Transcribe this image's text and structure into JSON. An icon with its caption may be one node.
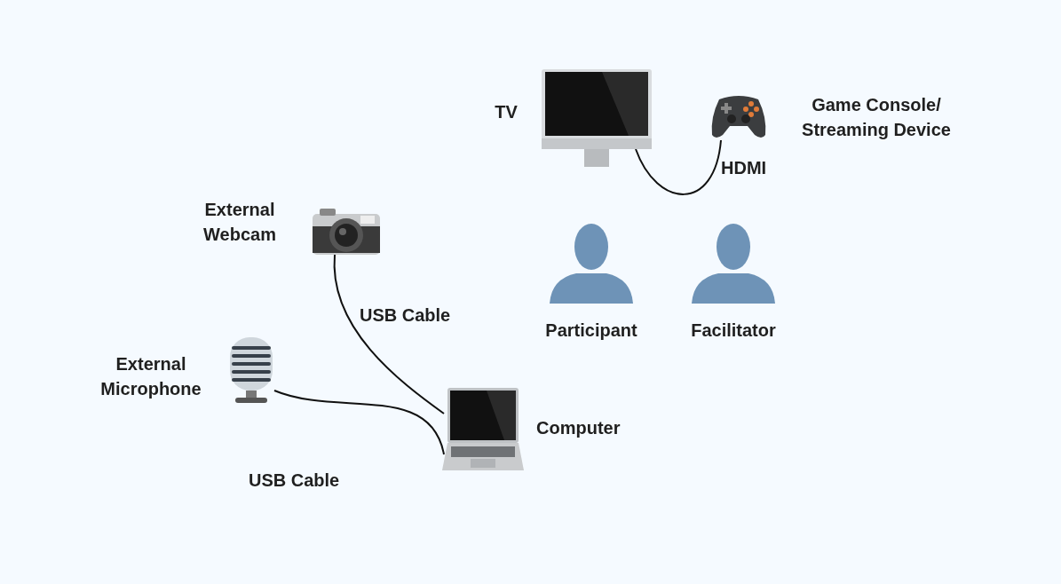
{
  "diagram": {
    "nodes": [
      {
        "text": [],
        "shape": "picture",
        "beside": [
          "TV"
        ]
      },
      {
        "text": [],
        "shape": "picture",
        "beside": [
          "Game Console/ Streaming Device"
        ]
      },
      {
        "text": [],
        "shape": "picture",
        "beside": [
          "External Webcam"
        ]
      },
      {
        "text": [],
        "shape": "person",
        "beside": [
          "Participant"
        ]
      },
      {
        "text": [],
        "shape": "person",
        "beside": [
          "Facilitator"
        ]
      },
      {
        "text": [],
        "shape": "picture",
        "beside": [
          "External Microphone"
        ]
      },
      {
        "text": [],
        "shape": "picture",
        "beside": [
          "Computer"
        ]
      }
    ],
    "edges": [
      {
        "from": 0,
        "to": 1,
        "arrow": "none",
        "label": "HDMI"
      },
      {
        "from": 2,
        "to": 6,
        "arrow": "none",
        "label": "USB Cable"
      },
      {
        "from": 5,
        "to": 6,
        "arrow": "none",
        "label": "USB Cable"
      }
    ]
  }
}
